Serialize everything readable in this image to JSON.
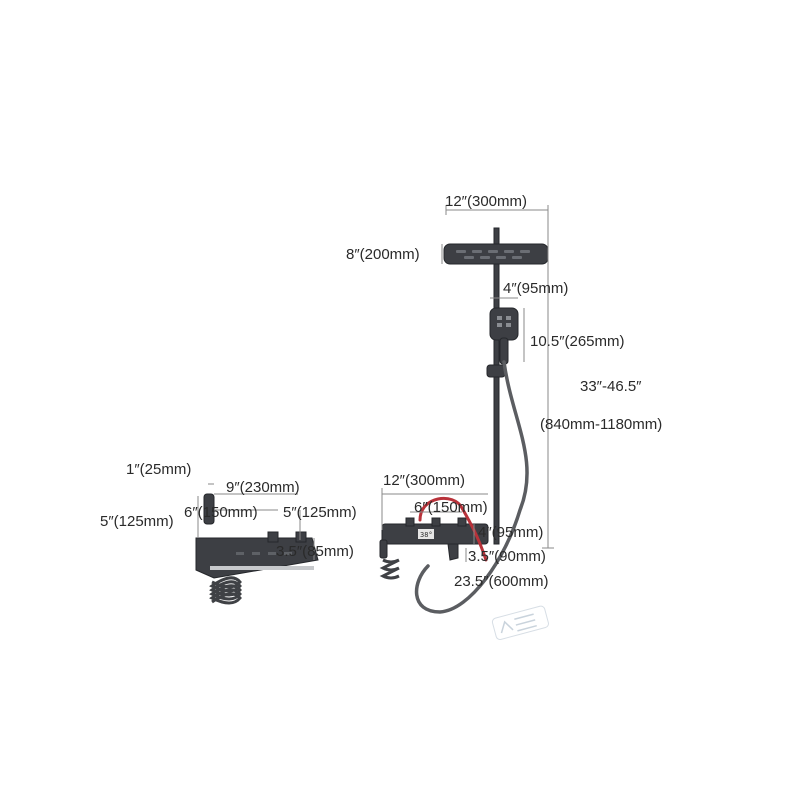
{
  "dimensions": {
    "head_width": "12″(300mm)",
    "head_depth": "8″(200mm)",
    "handheld_width": "4″(95mm)",
    "handheld_length": "10.5″(265mm)",
    "height_range_in": "33″-46.5″",
    "height_range_mm": "(840mm-1180mm)",
    "mixer_width": "12″(300mm)",
    "mixer_spacing": "6″(150mm)",
    "mixer_depth": "4″(95mm)",
    "mixer_spout": "3.5″(90mm)",
    "bar_length": "23.5″(600mm)",
    "tub_stem": "1″(25mm)",
    "tub_width": "9″(230mm)",
    "tub_height": "5″(125mm)",
    "tub_spacing": "6″(150mm)",
    "tub_spout": "5″(125mm)",
    "tub_depth": "3.5″(85mm)"
  },
  "colors": {
    "finish": "#3d3f44",
    "hot_hose": "#b8323a",
    "dimension_line": "#8a8a8a"
  },
  "watermark_icon": "brand-watermark-icon"
}
